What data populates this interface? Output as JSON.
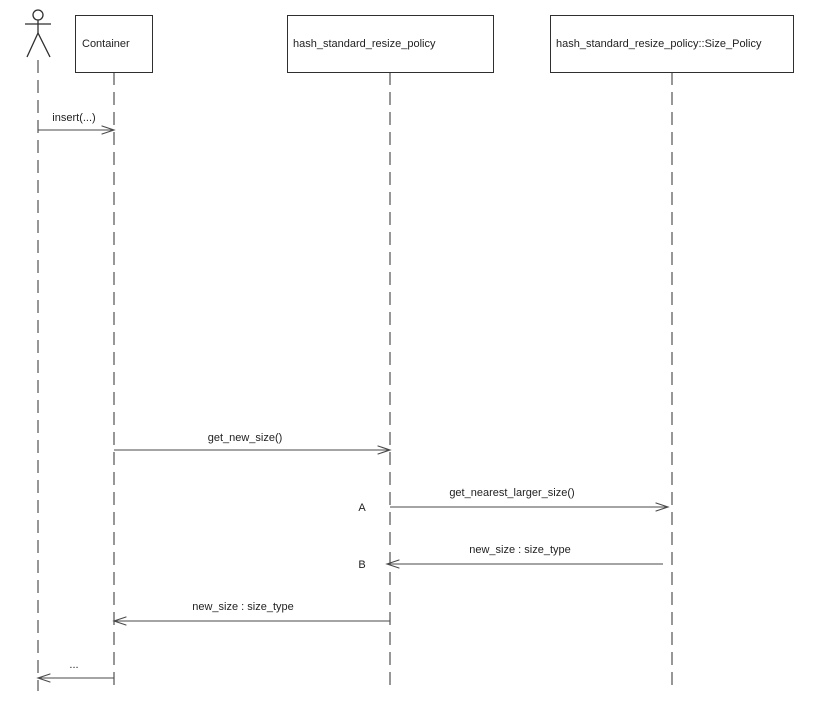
{
  "diagram": {
    "type": "uml-sequence-diagram",
    "colors": {
      "background": "#ffffff",
      "line": "#4a4a4a",
      "border": "#2f2f2f",
      "text": "#1f1f1f"
    },
    "actor": {
      "name": "actor"
    },
    "participants": [
      {
        "label": "Container"
      },
      {
        "label": "hash_standard_resize_policy"
      },
      {
        "label": "hash_standard_resize_policy::Size_Policy"
      }
    ],
    "messages": [
      {
        "label": "insert(...)",
        "from": "actor",
        "to": "Container",
        "marker": ""
      },
      {
        "label": "get_new_size()",
        "from": "Container",
        "to": "hash_standard_resize_policy",
        "marker": ""
      },
      {
        "label": "get_nearest_larger_size()",
        "from": "hash_standard_resize_policy",
        "to": "hash_standard_resize_policy::Size_Policy",
        "marker": "A"
      },
      {
        "label": "new_size : size_type",
        "from": "hash_standard_resize_policy::Size_Policy",
        "to": "hash_standard_resize_policy",
        "marker": "B"
      },
      {
        "label": "new_size : size_type",
        "from": "hash_standard_resize_policy",
        "to": "Container",
        "marker": ""
      },
      {
        "label": "...",
        "from": "Container",
        "to": "actor",
        "marker": ""
      }
    ]
  }
}
